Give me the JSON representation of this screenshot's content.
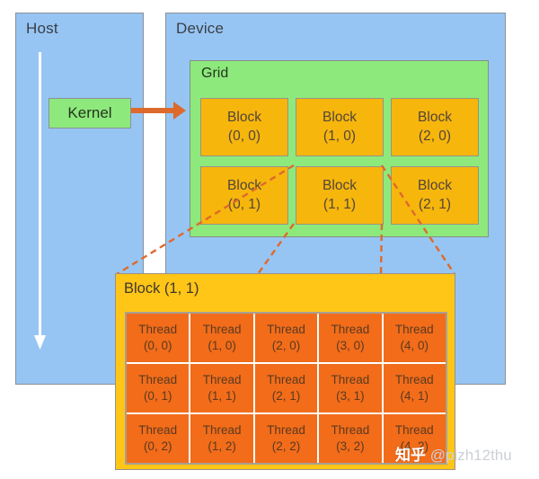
{
  "host": {
    "label": "Host",
    "kernel_label": "Kernel"
  },
  "device": {
    "label": "Device",
    "grid": {
      "label": "Grid",
      "blocks": [
        {
          "line1": "Block",
          "line2": "(0, 0)"
        },
        {
          "line1": "Block",
          "line2": "(1, 0)"
        },
        {
          "line1": "Block",
          "line2": "(2, 0)"
        },
        {
          "line1": "Block",
          "line2": "(0, 1)"
        },
        {
          "line1": "Block",
          "line2": "(1, 1)"
        },
        {
          "line1": "Block",
          "line2": "(2, 1)"
        }
      ]
    }
  },
  "detail": {
    "label": "Block (1, 1)",
    "threads": [
      {
        "line1": "Thread",
        "line2": "(0, 0)"
      },
      {
        "line1": "Thread",
        "line2": "(1, 0)"
      },
      {
        "line1": "Thread",
        "line2": "(2, 0)"
      },
      {
        "line1": "Thread",
        "line2": "(3, 0)"
      },
      {
        "line1": "Thread",
        "line2": "(4, 0)"
      },
      {
        "line1": "Thread",
        "line2": "(0, 1)"
      },
      {
        "line1": "Thread",
        "line2": "(1, 1)"
      },
      {
        "line1": "Thread",
        "line2": "(2, 1)"
      },
      {
        "line1": "Thread",
        "line2": "(3, 1)"
      },
      {
        "line1": "Thread",
        "line2": "(4, 1)"
      },
      {
        "line1": "Thread",
        "line2": "(0, 2)"
      },
      {
        "line1": "Thread",
        "line2": "(1, 2)"
      },
      {
        "line1": "Thread",
        "line2": "(2, 2)"
      },
      {
        "line1": "Thread",
        "line2": "(3, 2)"
      },
      {
        "line1": "Thread",
        "line2": "(4, 2)"
      }
    ]
  },
  "watermark": {
    "brand": "知乎",
    "handle": "@pizh12thu"
  },
  "colors": {
    "panel-blue": "#97C5F3",
    "panel-border": "#8A9097",
    "green": "#8DE97C",
    "block-amber": "#F6B60C",
    "detail-yellow": "#FFC517",
    "thread-orange": "#F26C1A",
    "accent-orange": "#DD6A2C",
    "label-dark": "#3A3E44",
    "watermark-gray": "#CDD1D5"
  }
}
